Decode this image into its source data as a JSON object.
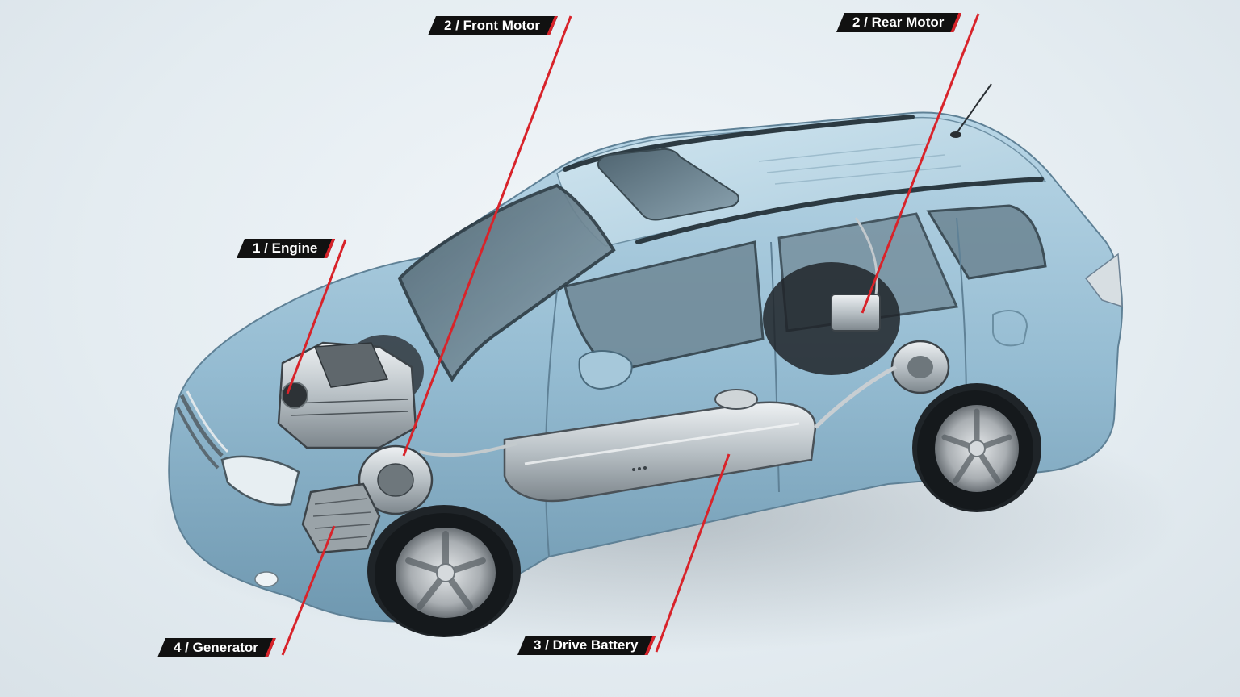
{
  "diagram": {
    "subject": "Plug-in hybrid SUV cutaway",
    "callouts": [
      {
        "id": "engine",
        "label": "1 / Engine"
      },
      {
        "id": "front-motor",
        "label": "2 / Front Motor"
      },
      {
        "id": "rear-motor",
        "label": "2 / Rear Motor"
      },
      {
        "id": "drive-battery",
        "label": "3 / Drive Battery"
      },
      {
        "id": "generator",
        "label": "4 / Generator"
      }
    ],
    "colors": {
      "label_bg": "#111111",
      "label_text": "#ffffff",
      "leader_line": "#d8232a",
      "car_body": "#9cc3d8",
      "background": "#e8eef2"
    }
  }
}
